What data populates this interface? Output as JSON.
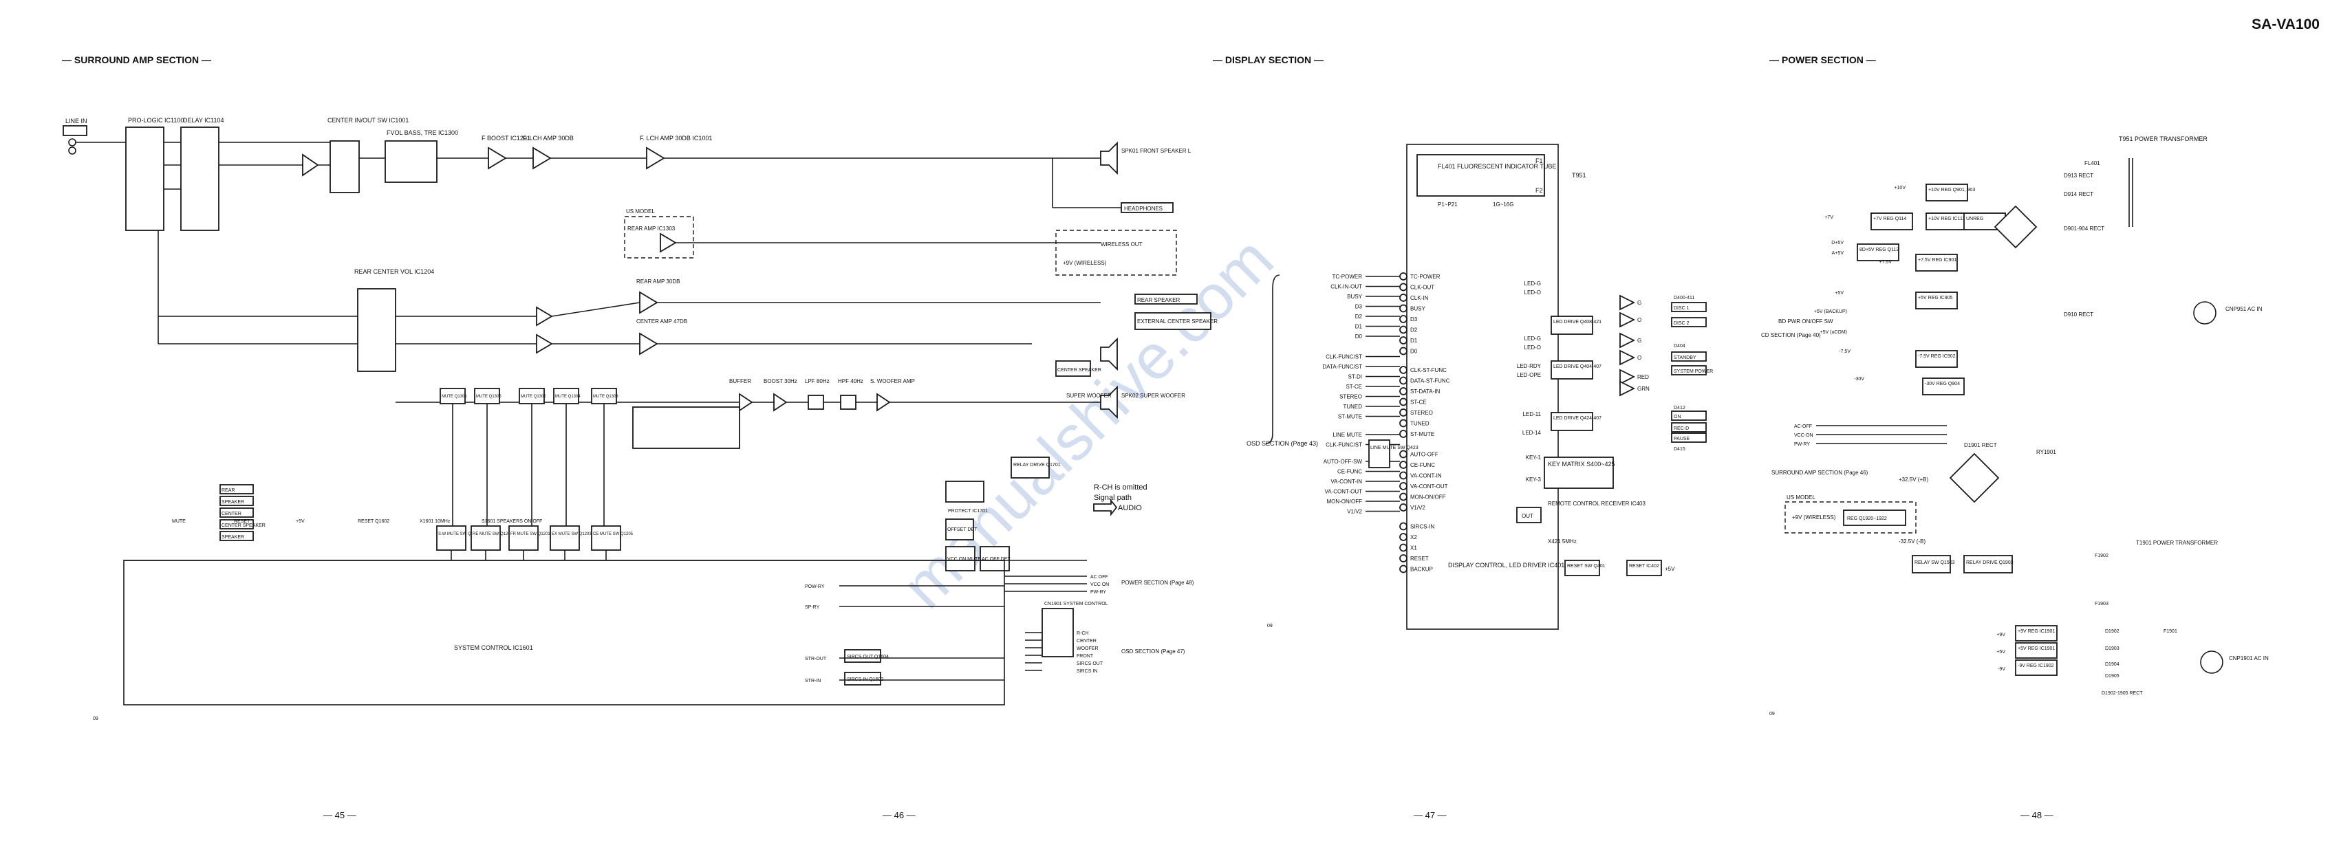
{
  "header": {
    "model": "SA-VA100"
  },
  "sections": {
    "surround": "— SURROUND AMP SECTION —",
    "display": "— DISPLAY SECTION —",
    "power": "— POWER SECTION —"
  },
  "page_numbers": [
    "— 45 —",
    "— 46 —",
    "— 47 —",
    "— 48 —"
  ],
  "watermark": "manualshive.com",
  "surround": {
    "input": "LINE IN",
    "pro_logic": "PRO-LOGIC IC1100",
    "delay": "DELAY IC1104",
    "center_inout": "CENTER IN/OUT SW IC1001",
    "tone": "FVOL BASS, TRE IC1300",
    "f_boost": "F BOOST IC1201",
    "f_lch_amp": "F. LCH AMP 30DB",
    "front_lch_amp": "F. LCH AMP 30DB IC1001",
    "rear_center_vol": "REAR CENTER VOL IC1204",
    "rear_amp": "REAR AMP 30DB",
    "center_amp": "CENTER AMP 47DB",
    "buffer": "BUFFER",
    "boost": "BOOST 30Hz",
    "lpf": "LPF 80Hz",
    "hpf": "HPF 40Hz",
    "woofer_amp": "S. WOOFER AMP",
    "us_model": "US MODEL",
    "rear_amp_us": "REAR AMP IC1303",
    "wireless_out": "WIRELESS OUT",
    "wireless_note": "+9V (WIRELESS)",
    "outputs": [
      "SPK01 FRONT SPEAKER L",
      "HEADPHONES",
      "REAR SPEAKER",
      "EXTERNAL CENTER SPEAKER",
      "CENTER SPEAKER",
      "SPK02 SUPER WOOFER",
      "SUPER WOOFER"
    ],
    "mute_blocks": [
      "MUTE Q1301",
      "MUTE Q1305",
      "MUTE Q1302",
      "MUTE Q1304",
      "MUTE Q1303"
    ],
    "sw_blocks": [
      "S.W MUTE SW Q1202",
      "RE MUTE SW Q1201",
      "FR MUTE SW Q1201",
      "EX MUTE SW Q1203",
      "CE MUTE SW Q1205"
    ],
    "led_labels": [
      "REAR",
      "SPEAKER",
      "CENTER",
      "CENTER SPEAKER",
      "SPEAKER"
    ],
    "relay": "RELAY DRIVE Q1701",
    "protect": "PROTECT IC1701",
    "offset_det": "OFFSET DET",
    "vcc_mute": "VCC ON MUTE",
    "ac_off": "AC OFF DET",
    "r_ch_note": "R-CH is omitted",
    "signal_path": "Signal path",
    "audio": "AUDIO",
    "system_control": "SYSTEM CONTROL IC1601",
    "sircs_out": "SIRCS OUT Q1604",
    "sircs_in": "SIRCS IN Q1602",
    "system_control_box": "CN1901 SYSTEM CONTROL",
    "power_section_ref": "POWER SECTION (Page 48)",
    "osd_section_ref": "OSD SECTION (Page 47)",
    "pow_lines": [
      "AC OFF",
      "VCC ON",
      "PW-RY"
    ],
    "ctrl_lines": [
      "R-CH",
      "CENTER",
      "WOOFER",
      "FRONT",
      "SIRCS OUT",
      "SIRCS IN"
    ],
    "pins": [
      "POW-RY",
      "SP-RY",
      "STR-OUT",
      "STR-IN"
    ],
    "misc": [
      "MUTE",
      "RESET",
      "+5V",
      "RESET Q1602",
      "X1601 10MHz",
      "S1601 SPEAKERS ON/OFF"
    ]
  },
  "display": {
    "fl_tube": "FL401 FLUORESCENT INDICATOR TUBE",
    "transformer_ref": "T951",
    "pins_top": [
      "F1",
      "F2",
      "P1~P21",
      "1G~16G"
    ],
    "osd_section": "OSD SECTION (Page 43)",
    "signals_left": [
      "TC-POWER",
      "CLK-IN-OUT",
      "BUSY",
      "D3",
      "D2",
      "D1",
      "D0",
      "CLK-FUNC/ST",
      "DATA-FUNC/ST",
      "ST-DI",
      "ST-CE",
      "STEREO",
      "TUNED",
      "ST-MUTE",
      "LINE MUTE",
      "CLK-FUNC/ST",
      "AUTO-OFF-SW",
      "CE-FUNC",
      "VA-CONT-IN",
      "VA-CONT-OUT",
      "MON-ON/OFF",
      "V1/V2"
    ],
    "pins_center": [
      "TC-POWER",
      "CLK-OUT",
      "CLK-IN",
      "BUSY",
      "D3",
      "D2",
      "D1",
      "D0",
      "CLK-ST-FUNC",
      "DATA-ST-FUNC",
      "ST-DATA-IN",
      "ST-CE",
      "STEREO",
      "TUNED",
      "ST-MUTE",
      "AUTO-OFF",
      "CE-FUNC",
      "VA-CONT-IN",
      "VA-CONT-OUT",
      "MON-ON/OFF",
      "V1/V2",
      "SIRCS-IN",
      "X2",
      "X1",
      "RESET",
      "BACKUP"
    ],
    "line_mute_sw": "LINE MUTE SW Q423",
    "led_pins": [
      "LED-G",
      "LED-O",
      "LED-G",
      "LED-O",
      "LED-RDY",
      "LED-OPE",
      "LED-11",
      "LED-14",
      "KEY-1",
      "KEY-3"
    ],
    "led_drives": [
      "LED DRIVE Q408-421",
      "LED DRIVE Q404-407",
      "LED DRIVE Q424-407"
    ],
    "led_names": [
      "G",
      "O",
      "G",
      "O",
      "RED",
      "GRN"
    ],
    "indicators": [
      "D400-411",
      "DISC 1",
      "DISC 2",
      "D404",
      "STANDBY",
      "SYSTEM POWER",
      "D412",
      "ON",
      "REC-D",
      "PAUSE",
      "D415"
    ],
    "key_matrix": "KEY MATRIX S400~425",
    "remote": "REMOTE CONTROL RECEIVER IC403",
    "out": "OUT",
    "crystal": "X421 5MHz",
    "reset_sw": "RESET SW Q401",
    "reset_ic": "RESET IC402",
    "plus5": "+5V",
    "driver": "DISPLAY CONTROL, LED DRIVER IC401"
  },
  "power": {
    "transformer": "T951 POWER TRANSFORMER",
    "fl_label": "FL401",
    "regs": [
      "+10V REG Q901, 903",
      "+7V REG Q114",
      "+10V REG IC111",
      "8D+5V REG Q112",
      "+7.5V REG IC901",
      "+5V REG IC905",
      "-7.5V REG IC902",
      "-30V REG Q904",
      "UNREG"
    ],
    "rects": [
      "D913 RECT",
      "D914 RECT",
      "D901-904 RECT",
      "D910 RECT"
    ],
    "voltages": [
      "+10V",
      "+7V",
      "D+5V",
      "A+5V",
      "+7.5V",
      "+5V",
      "+5V (BACKUP)",
      "+5V (uCOM)",
      "-7.5V",
      "-30V"
    ],
    "cd_section": "CD SECTION (Page 40)",
    "bd_pwr": "BD PWR ON/OFF SW",
    "ac_in_1": "CNP951 AC IN",
    "relay": "RY1901",
    "rect2": "D1901 RECT",
    "surround_ref": "SURROUND AMP SECTION (Page 46)",
    "ctrl": [
      "AC-OFF",
      "VCC-ON",
      "PW-RY"
    ],
    "us_model": "US MODEL",
    "wireless": "+9V (WIRELESS)",
    "reg_wireless": "REG Q1920~1922",
    "v32": "+32.5V (+B)",
    "v_32": "-32.5V (-B)",
    "relay_sw": "RELAY SW Q1503",
    "relay_drive": "RELAY DRIVE Q1903",
    "transformer2": "T1901 POWER TRANSFORMER",
    "fuses": [
      "F1902",
      "F1903",
      "F1901"
    ],
    "regs2": [
      "+9V REG IC1901",
      "+5V REG IC1901",
      "-9V REG IC1902"
    ],
    "v2": [
      "+9V",
      "+5V",
      "-9V"
    ],
    "diodes": [
      "D1902",
      "D1903",
      "D1904",
      "D1905",
      "D1902-1905 RECT"
    ],
    "ac_in_2": "CNP1901 AC IN",
    "page_code": "09"
  }
}
